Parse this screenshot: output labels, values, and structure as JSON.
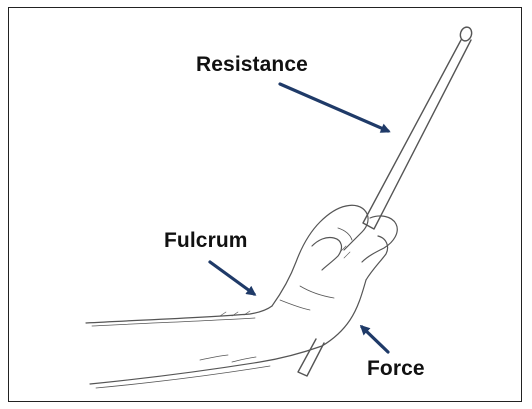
{
  "labels": {
    "resistance": "Resistance",
    "fulcrum": "Fulcrum",
    "force": "Force"
  },
  "colors": {
    "arrow": "#1f3a68",
    "sketch": "#555555",
    "frame": "#222222"
  },
  "icons": {
    "arrow": "arrow-icon"
  }
}
